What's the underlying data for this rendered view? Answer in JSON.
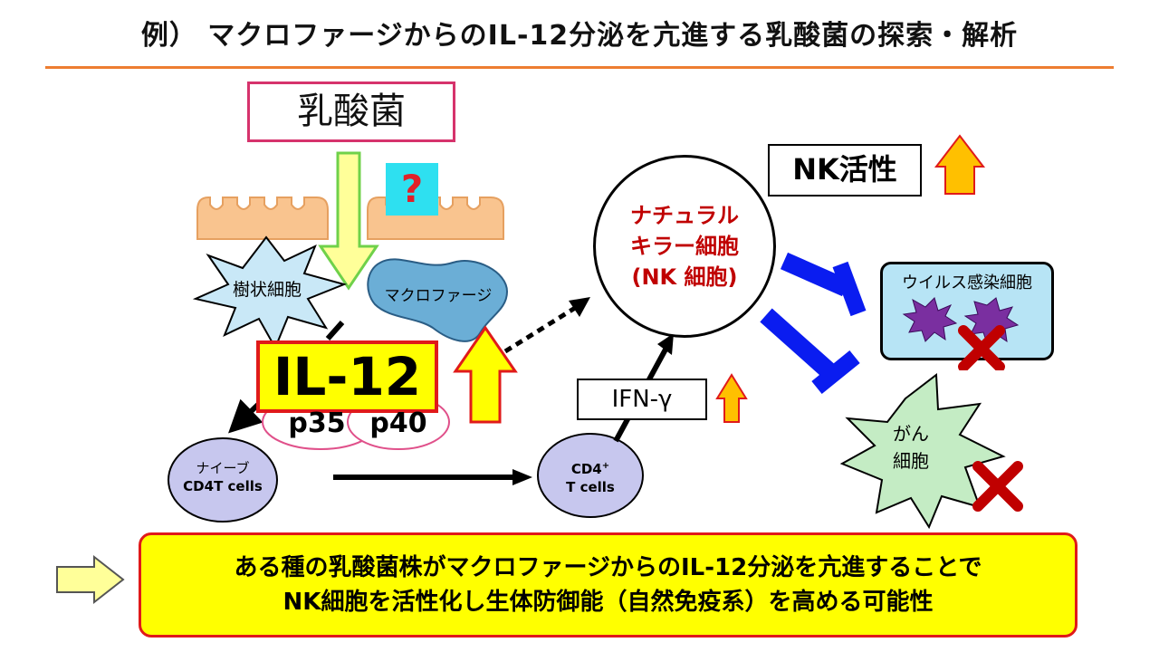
{
  "title": "例） マクロファージからのIL-12分泌を亢進する乳酸菌の探索・解析",
  "lactobacillus": "乳酸菌",
  "question": "?",
  "dendritic_cell": "樹状細胞",
  "macrophage": "マクロファージ",
  "il12": "IL-12",
  "p35": "p35",
  "p40": "p40",
  "naive_line1": "ナイーブ",
  "naive_line2": "CD4T cells",
  "cd4_line1": "CD4",
  "cd4_sup": "+",
  "cd4_line2": "T cells",
  "ifn": "IFN-γ",
  "nk_cell": {
    "line1": "ナチュラル",
    "line2": "キラー細胞",
    "line3": "(NK 細胞)"
  },
  "nk_activity": "NK活性",
  "virus_cell": "ウイルス感染細胞",
  "cancer_line1": "がん",
  "cancer_line2": "細胞",
  "conclusion": {
    "line1": "ある種の乳酸菌株がマクロファージからのIL-12分泌を亢進することで",
    "line2": "NK細胞を活性化し生体防御能（自然免疫系）を高める可能性"
  },
  "colors": {
    "accent_orange": "#ed7d31",
    "highlight_yellow": "#ffff00",
    "alert_red": "#e01a1a",
    "nk_text": "#c00000",
    "inhibit_blue": "#0a1cf0"
  }
}
